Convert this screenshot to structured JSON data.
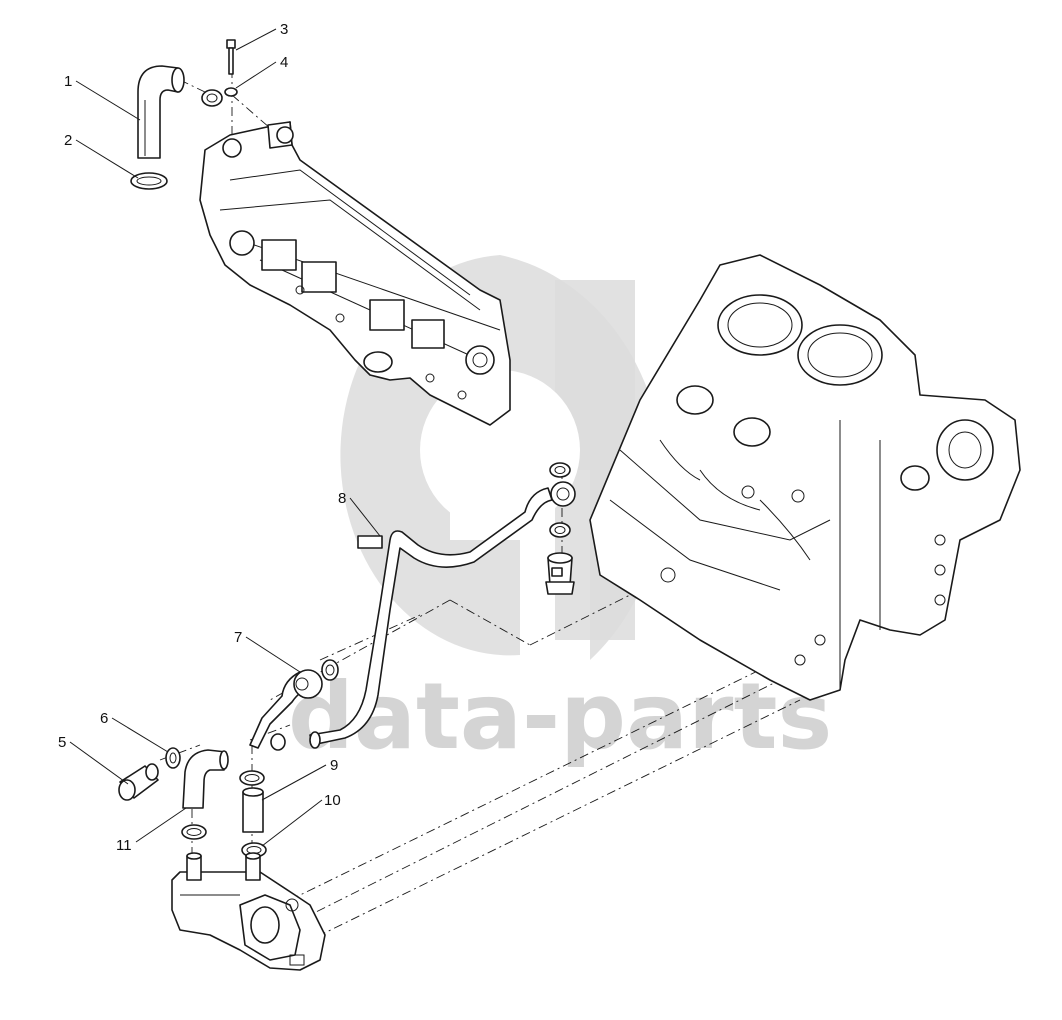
{
  "watermark": {
    "text": "data-parts",
    "color": "#d4d4d4"
  },
  "callouts": [
    "1",
    "2",
    "3",
    "4",
    "5",
    "6",
    "7",
    "8",
    "9",
    "10",
    "11"
  ],
  "colors": {
    "line": "#1a1a1a",
    "background": "#ffffff"
  }
}
